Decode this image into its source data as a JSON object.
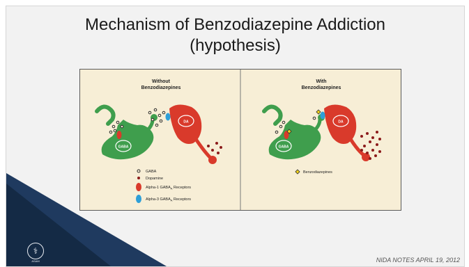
{
  "slide": {
    "title_line1": "Mechanism of Benzodiazepine Addiction",
    "title_line2": "(hypothesis)",
    "footer": "NIDA NOTES APRIL 19, 2012",
    "seal_text": "ASAM"
  },
  "diagram": {
    "left_panel": {
      "heading_line1": "Without",
      "heading_line2": "Benzodiazepines"
    },
    "right_panel": {
      "heading_line1": "With",
      "heading_line2": "Benzodiazepines"
    },
    "neuron_labels": {
      "gaba": "GABA",
      "da": "DA"
    },
    "legend": {
      "gaba": "GABA",
      "dopamine": "Dopamine",
      "alpha1": "Alpha-1 GABA",
      "alpha3": "Alpha-3 GABA",
      "subscript": "A",
      "receptors_suffix": " Receptors",
      "benzo": "Benzodiazepines"
    },
    "colors": {
      "gaba_neuron": "#3f9e4d",
      "da_neuron": "#d93a2b",
      "alpha1": "#d93a2b",
      "alpha3": "#2e9fd8",
      "benzo": "#f2d21c",
      "dopamine": "#8b1a1a",
      "background": "#f7eed6"
    }
  }
}
